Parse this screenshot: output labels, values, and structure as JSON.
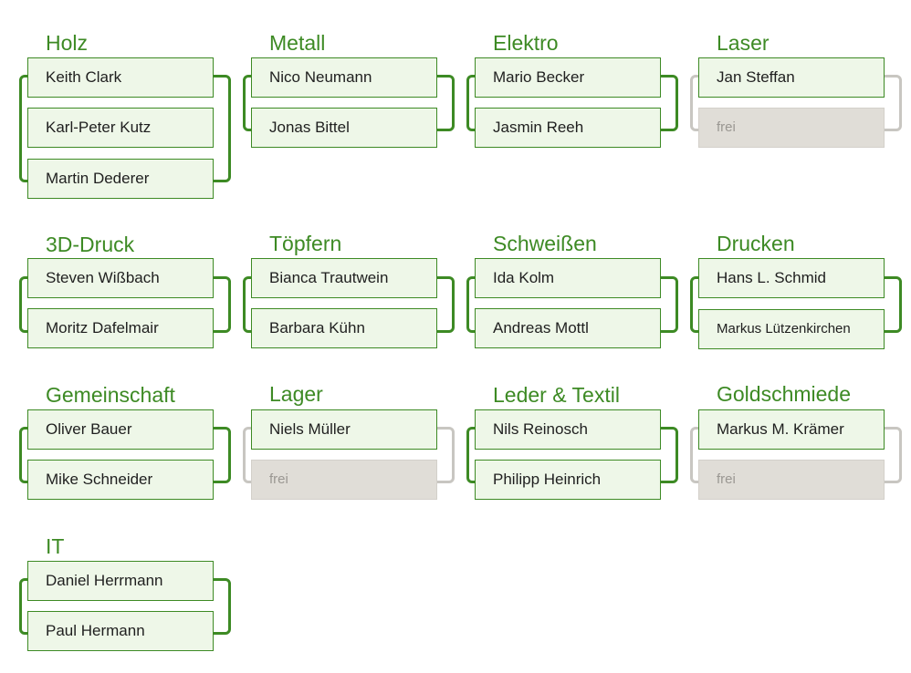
{
  "colors": {
    "accent": "#3d8a24",
    "slot_bg": "#eef7e8",
    "free_bg": "#e0ddd7",
    "free_bracket": "#c8c6c1"
  },
  "groups": [
    {
      "title": "Holz",
      "members": [
        "Keith Clark",
        "Karl-Peter Kutz",
        "Martin Dederer"
      ]
    },
    {
      "title": "Metall",
      "members": [
        "Nico Neumann",
        "Jonas Bittel"
      ]
    },
    {
      "title": "Elektro",
      "members": [
        "Mario Becker",
        "Jasmin Reeh"
      ]
    },
    {
      "title": "Laser",
      "members": [
        "Jan Steffan",
        "frei"
      ]
    },
    {
      "title": "3D-Druck",
      "members": [
        "Steven Wißbach",
        "Moritz Dafelmair"
      ]
    },
    {
      "title": "Töpfern",
      "members": [
        "Bianca Trautwein",
        "Barbara Kühn"
      ]
    },
    {
      "title": "Schweißen",
      "members": [
        "Ida Kolm",
        "Andreas Mottl"
      ]
    },
    {
      "title": "Drucken",
      "members": [
        "Hans L. Schmid",
        "Markus Lützenkirchen"
      ]
    },
    {
      "title": "Gemeinschaft",
      "members": [
        "Oliver Bauer",
        "Mike Schneider"
      ]
    },
    {
      "title": "Lager",
      "members": [
        "Niels Müller",
        "frei"
      ]
    },
    {
      "title": "Leder & Textil",
      "members": [
        "Nils Reinosch",
        "Philipp Heinrich"
      ]
    },
    {
      "title": "Goldschmiede",
      "members": [
        "Markus M. Krämer",
        "frei"
      ]
    },
    {
      "title": "IT",
      "members": [
        "Daniel Herrmann",
        "Paul Hermann"
      ]
    }
  ]
}
